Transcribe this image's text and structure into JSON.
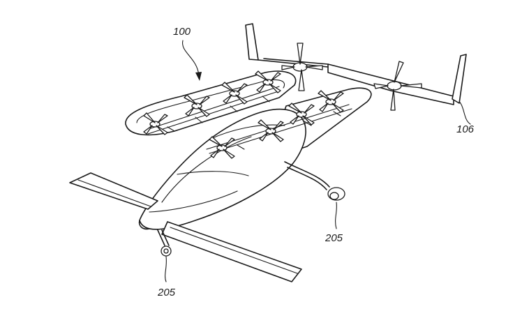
{
  "figure": {
    "labels": {
      "aircraft": "100",
      "tail_fin": "106",
      "gear_rear": "205",
      "gear_front": "205"
    }
  }
}
